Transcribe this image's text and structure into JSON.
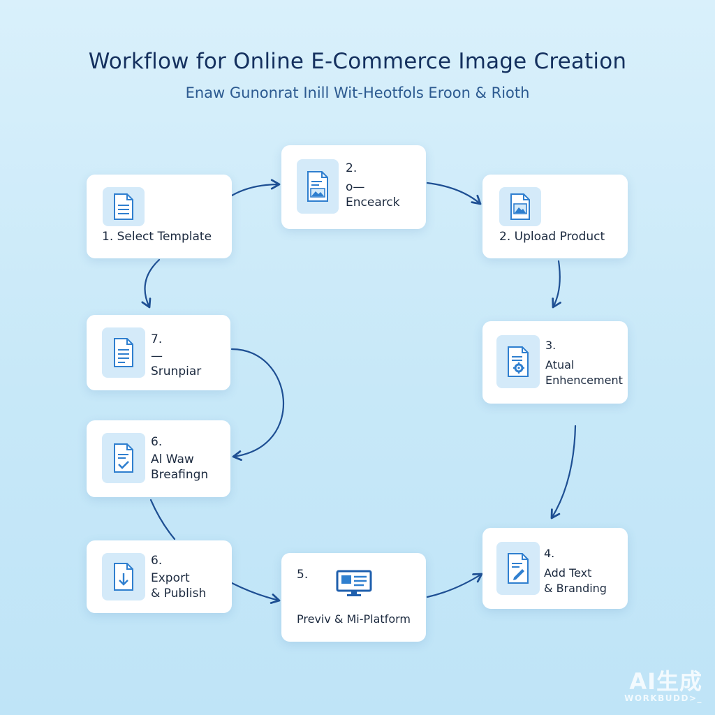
{
  "header": {
    "title": "Workflow for Online E-Commerce Image Creation",
    "subtitle": "Enaw Gunonrat Inill Wit-Heotfols Eroon & Rioth"
  },
  "steps": [
    {
      "id": "select-template",
      "lines": [
        "1. Select Template"
      ],
      "icon": "document-icon"
    },
    {
      "id": "research",
      "lines": [
        "2.",
        "o—",
        "Encearck"
      ],
      "icon": "image-document-icon"
    },
    {
      "id": "upload-product",
      "lines": [
        "2. Upload Product"
      ],
      "icon": "image-file-icon"
    },
    {
      "id": "visual-enhancement",
      "lines": [
        "3.",
        "Atual",
        "Enhencement"
      ],
      "icon": "settings-document-icon"
    },
    {
      "id": "add-text-branding",
      "lines": [
        "4.",
        "Add Text",
        "& Branding"
      ],
      "icon": "edit-document-icon"
    },
    {
      "id": "preview-platform",
      "lines": [
        "5.",
        "Previv & Mi-Platform"
      ],
      "icon": "monitor-icon"
    },
    {
      "id": "export-publish",
      "lines": [
        "6.",
        "Export",
        "& Publish"
      ],
      "icon": "download-document-icon"
    },
    {
      "id": "ai-review",
      "lines": [
        "6.",
        "Al Waw",
        "Breafingn"
      ],
      "icon": "check-document-icon"
    },
    {
      "id": "snapshot",
      "lines": [
        "7.",
        "—",
        "Srunpiar"
      ],
      "icon": "document-icon"
    }
  ],
  "watermark": {
    "main": "AI生成",
    "sub": "WORKBUDD>_"
  }
}
